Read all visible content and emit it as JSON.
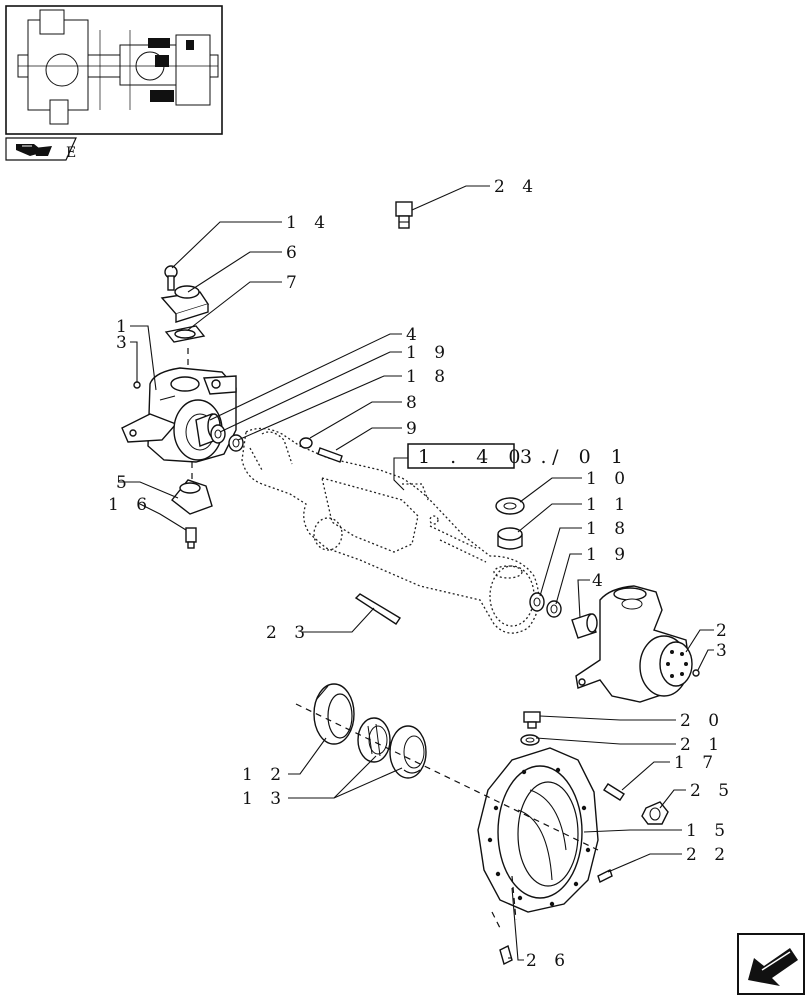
{
  "reference_box": {
    "text": "1 . 4 0 .",
    "suffix": "3 / 0 1"
  },
  "thumbnail_tab": {
    "letter": "E"
  },
  "callouts": [
    {
      "id": "24",
      "text": "2 4"
    },
    {
      "id": "14",
      "text": "1 4"
    },
    {
      "id": "6",
      "text": "6"
    },
    {
      "id": "7",
      "text": "7"
    },
    {
      "id": "1",
      "text": "1"
    },
    {
      "id": "3a",
      "text": "3"
    },
    {
      "id": "4a",
      "text": "4"
    },
    {
      "id": "19a",
      "text": "1 9"
    },
    {
      "id": "18a",
      "text": "1 8"
    },
    {
      "id": "8",
      "text": "8"
    },
    {
      "id": "9",
      "text": "9"
    },
    {
      "id": "10",
      "text": "1 0"
    },
    {
      "id": "11",
      "text": "1 1"
    },
    {
      "id": "18b",
      "text": "1 8"
    },
    {
      "id": "19b",
      "text": "1 9"
    },
    {
      "id": "4b",
      "text": "4"
    },
    {
      "id": "2",
      "text": "2"
    },
    {
      "id": "3b",
      "text": "3"
    },
    {
      "id": "5",
      "text": "5"
    },
    {
      "id": "16",
      "text": "1 6"
    },
    {
      "id": "23",
      "text": "2 3"
    },
    {
      "id": "20",
      "text": "2 0"
    },
    {
      "id": "21",
      "text": "2 1"
    },
    {
      "id": "17",
      "text": "1 7"
    },
    {
      "id": "25",
      "text": "2 5"
    },
    {
      "id": "15",
      "text": "1 5"
    },
    {
      "id": "22",
      "text": "2 2"
    },
    {
      "id": "12",
      "text": "1 2"
    },
    {
      "id": "13",
      "text": "1 3"
    },
    {
      "id": "26",
      "text": "2 6"
    }
  ],
  "icons": {
    "thumbnail": "axle-assembly-thumbnail",
    "tab": "book-icon",
    "navigation": "arrow-icon"
  }
}
